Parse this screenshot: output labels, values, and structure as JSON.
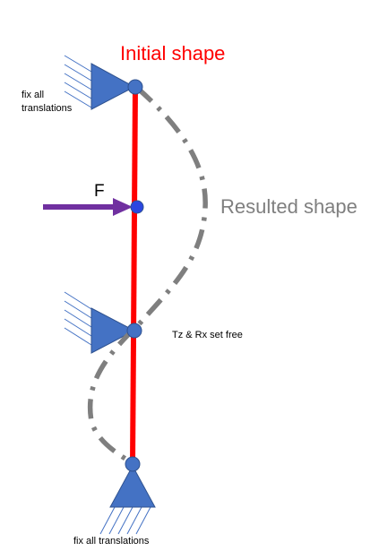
{
  "labels": {
    "initial_shape": "Initial shape",
    "resulted_shape": "Resulted shape",
    "force": "F",
    "top_support_line1": "fix all",
    "top_support_line2": "translations",
    "middle_support": "Tz  & Rx set free",
    "bottom_support": "fix all translations"
  },
  "colors": {
    "beam": "#ff0000",
    "support": "#4472c4",
    "node": "#4472c4",
    "force_arrow": "#7030a0",
    "deformed_shape": "#7f7f7f",
    "hatch": "#4472c4"
  }
}
